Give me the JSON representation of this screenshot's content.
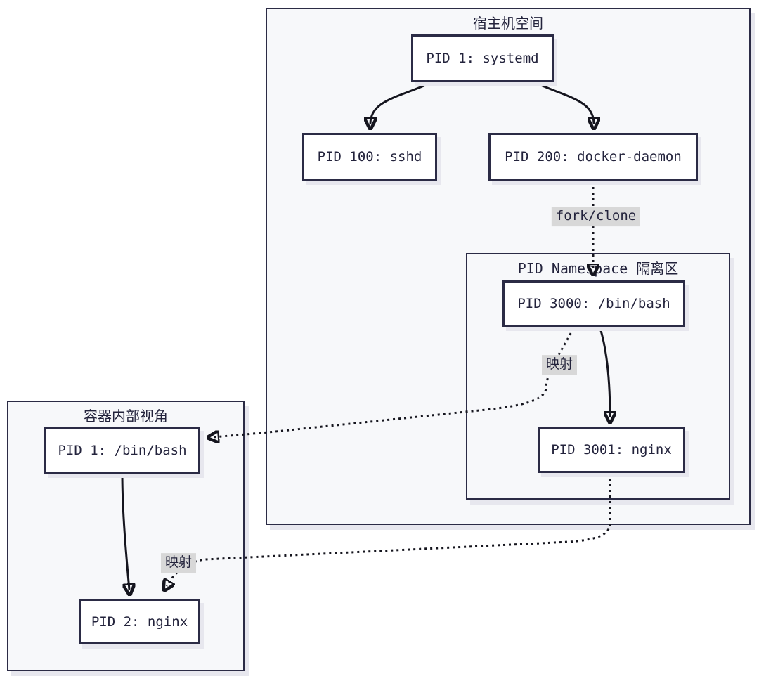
{
  "groups": {
    "host": {
      "title": "宿主机空间"
    },
    "namespace": {
      "title": "PID Namespace 隔离区"
    },
    "container": {
      "title": "容器内部视角"
    }
  },
  "nodes": {
    "systemd": {
      "label": "PID 1: systemd"
    },
    "sshd": {
      "label": "PID 100: sshd"
    },
    "docker": {
      "label": "PID 200: docker-daemon"
    },
    "bash_host": {
      "label": "PID 3000: /bin/bash"
    },
    "nginx_host": {
      "label": "PID 3001: nginx"
    },
    "bash_container": {
      "label": "PID 1: /bin/bash"
    },
    "nginx_container": {
      "label": "PID 2: nginx"
    }
  },
  "edges": {
    "fork_clone": {
      "label": "fork/clone"
    },
    "map_bash": {
      "label": "映射"
    },
    "map_nginx": {
      "label": "映射"
    }
  },
  "colors": {
    "border": "#2b2b45",
    "edge": "#15151e",
    "text": "#23233c",
    "node_bg": "#ffffff",
    "group_bg": "#f7f8fa",
    "label_bg": "#d8d8d8",
    "shadow": "#e7e7ee"
  }
}
